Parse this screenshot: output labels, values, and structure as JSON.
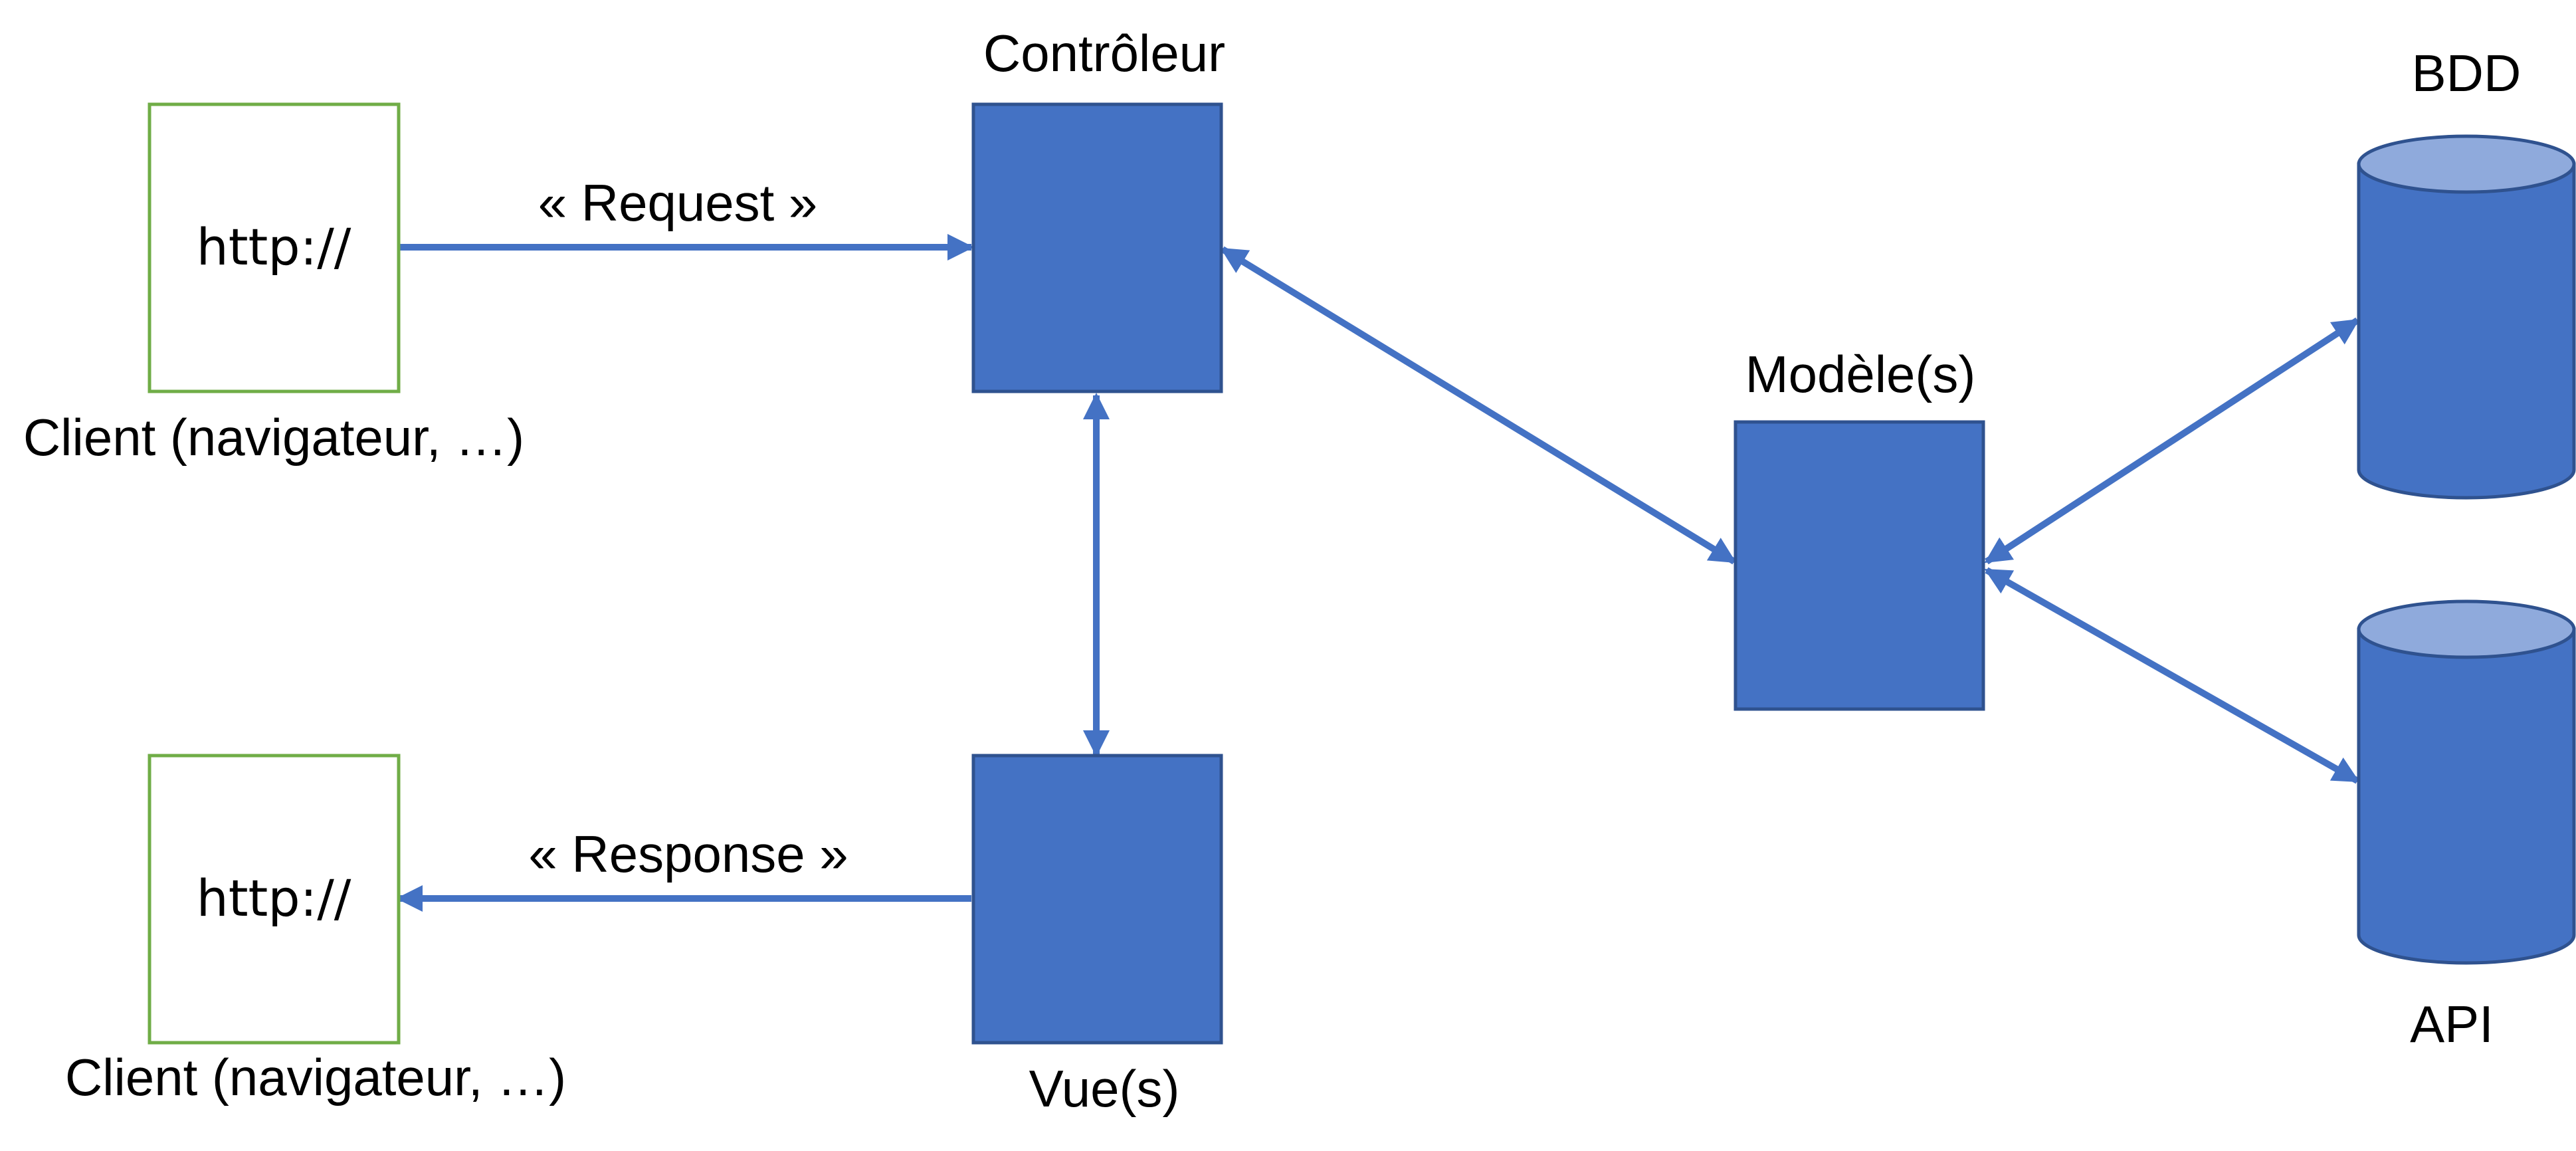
{
  "colors": {
    "component_fill": "#4472c4",
    "component_stroke": "#2f528f",
    "client_border": "#70ad47",
    "arrow": "#4472c4",
    "cylinder_top": "#8faadc"
  },
  "client_top": {
    "url": "http://",
    "label": "Client (navigateur, …)"
  },
  "client_bottom": {
    "url": "http://",
    "label": "Client (navigateur, …)"
  },
  "controller": {
    "label": "Contrôleur"
  },
  "views": {
    "label": "Vue(s)"
  },
  "models": {
    "label": "Modèle(s)"
  },
  "database": {
    "label": "BDD"
  },
  "api": {
    "label": "API"
  },
  "request_arrow": {
    "label": "« Request »"
  },
  "response_arrow": {
    "label": "« Response »"
  }
}
